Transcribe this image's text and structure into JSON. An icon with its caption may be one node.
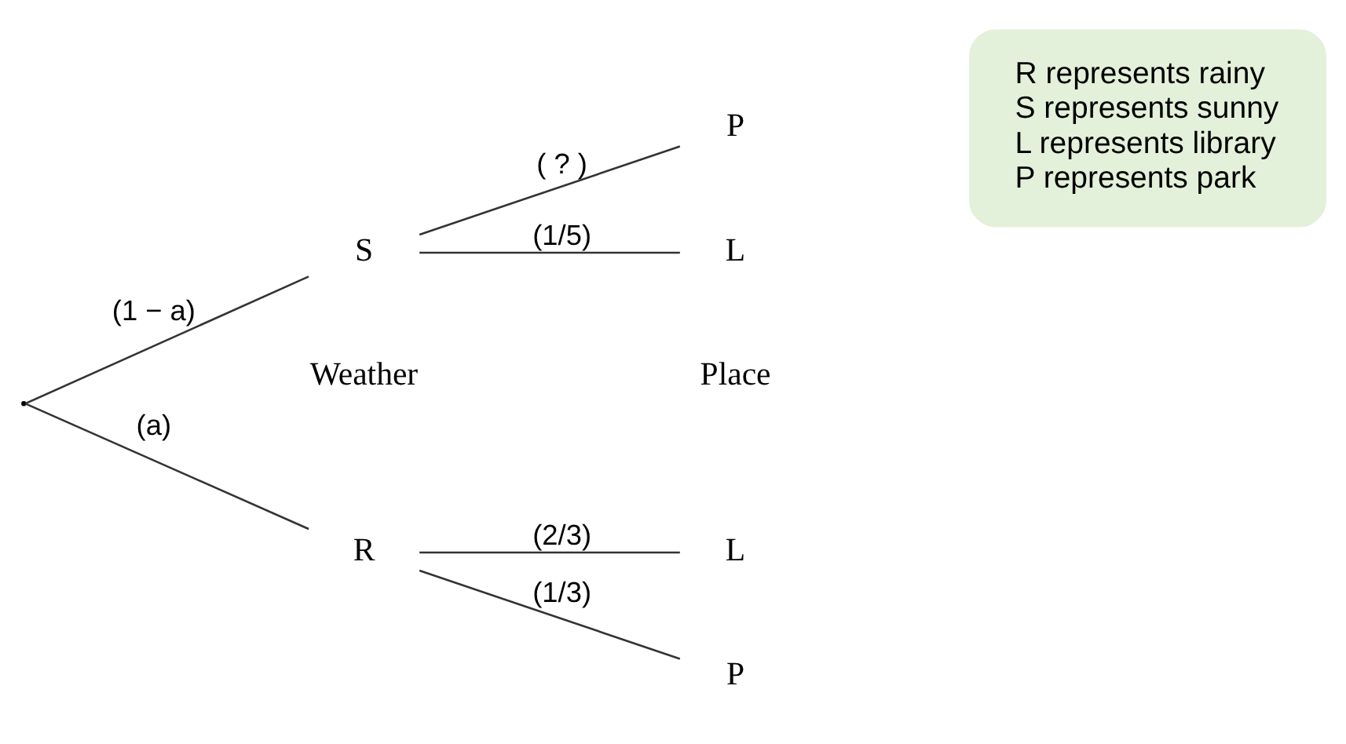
{
  "diagram": {
    "nodes": [
      {
        "text": [],
        "shape": "point"
      },
      {
        "text": [
          "R"
        ]
      },
      {
        "text": [
          "S"
        ]
      },
      {
        "text": [
          "L"
        ]
      },
      {
        "text": [
          "P"
        ]
      },
      {
        "text": [
          "L"
        ]
      },
      {
        "text": [
          "P"
        ]
      },
      {
        "text": [
          "R represents rainy",
          "S represents sunny",
          "L represents library",
          "P represents park"
        ]
      }
    ],
    "edges": [
      {
        "from": 0,
        "to": 1,
        "arrow": "none",
        "label": "(a)"
      },
      {
        "from": 0,
        "to": 2,
        "arrow": "none",
        "label": "(1 − a)"
      },
      {
        "from": 1,
        "to": 3,
        "arrow": "none",
        "label": "(2/3)"
      },
      {
        "from": 1,
        "to": 4,
        "arrow": "none",
        "label": "(1/3)"
      },
      {
        "from": 2,
        "to": 5,
        "arrow": "none",
        "label": "(1/5)"
      },
      {
        "from": 2,
        "to": 6,
        "arrow": "none",
        "label": "( ? )"
      }
    ],
    "labels": [
      "Weather",
      "Place"
    ]
  }
}
